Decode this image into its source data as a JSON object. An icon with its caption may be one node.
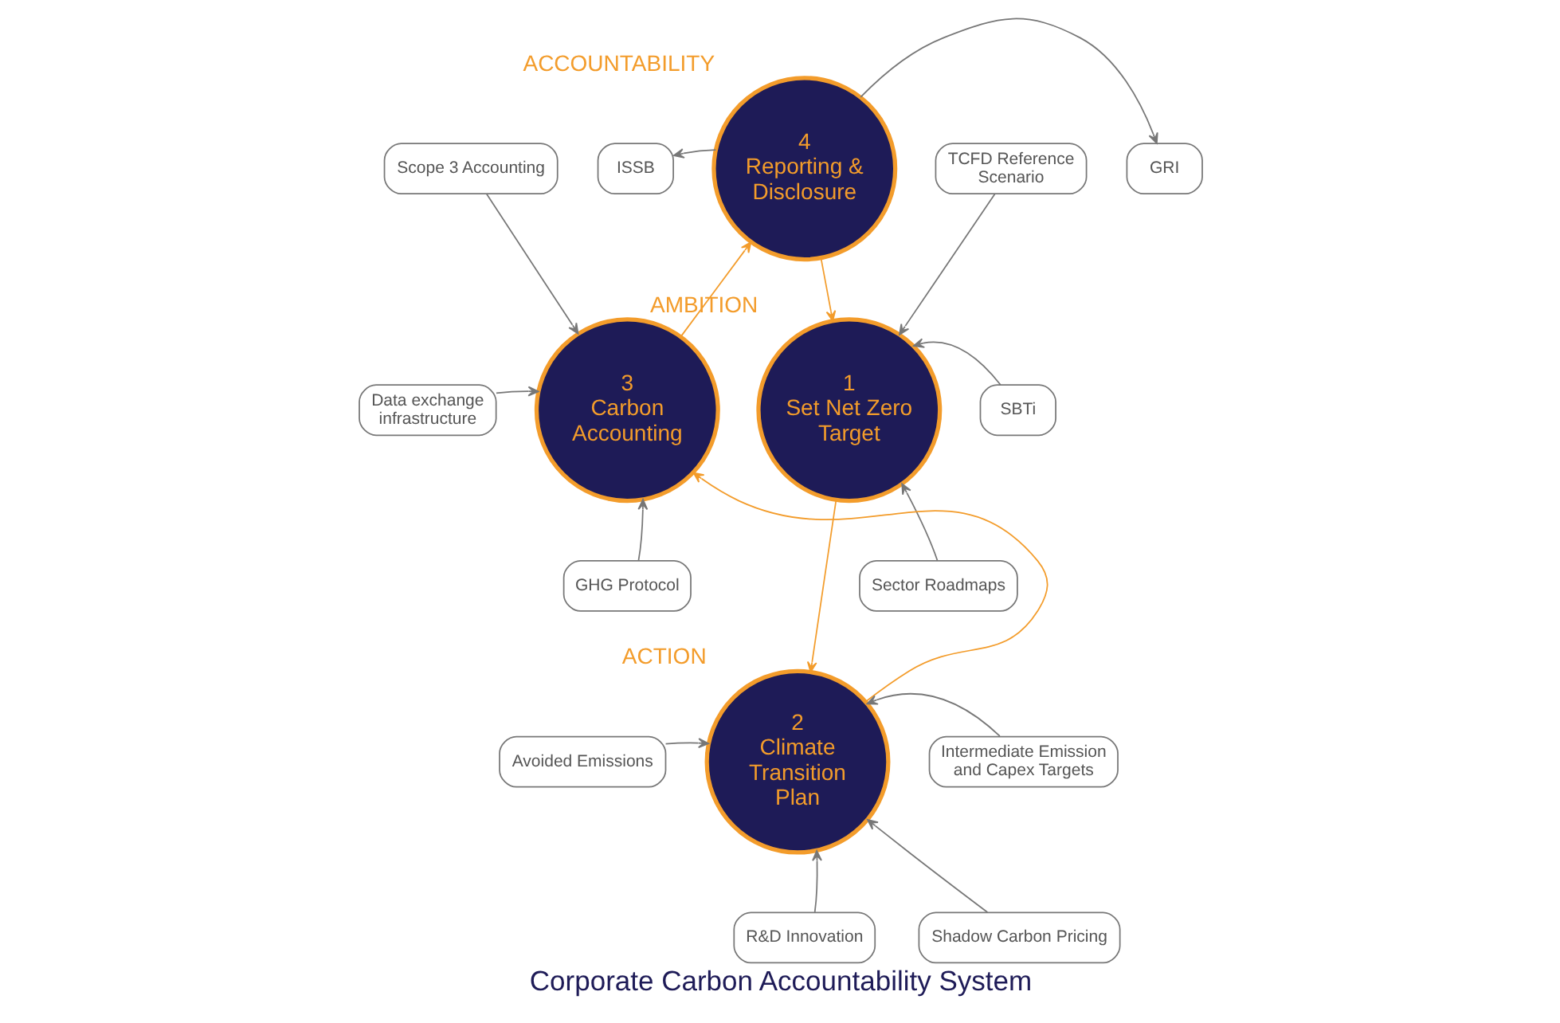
{
  "diagram": {
    "title": "Corporate Carbon Accountability System",
    "nodes": [
      {
        "text": [
          "ISSB"
        ]
      },
      {
        "text": [
          "4",
          "Reporting & Disclosure"
        ],
        "beside": [
          "ACCOUNTABILITY"
        ]
      },
      {
        "text": [
          "GRI"
        ]
      },
      {
        "text": [
          "Scope 3 Accounting"
        ]
      },
      {
        "text": [
          "TCFD Reference Scenario"
        ]
      },
      {
        "text": [
          "Data exchange infrastructure"
        ]
      },
      {
        "text": [
          "3",
          "Carbon Accounting"
        ]
      },
      {
        "text": [
          "1",
          "Set Net Zero Target"
        ],
        "beside": [
          "AMBITION"
        ]
      },
      {
        "text": [
          "SBTi"
        ]
      },
      {
        "text": [
          "Sector Roadmaps"
        ]
      },
      {
        "text": [
          "GHG Protocol"
        ]
      },
      {
        "text": [
          "Avoided Emissions"
        ]
      },
      {
        "text": [
          "2",
          "Climate Transition Plan"
        ],
        "beside": [
          "ACTION"
        ]
      },
      {
        "text": [
          "Intermediate Emission and Capex Targets"
        ]
      },
      {
        "text": [
          "R&D Innovation"
        ]
      },
      {
        "text": [
          "Shadow Carbon Pricing"
        ]
      }
    ],
    "edges": [
      {
        "from": 1,
        "to": 0,
        "arrow": "to"
      },
      {
        "from": 1,
        "to": 2,
        "arrow": "to"
      },
      {
        "from": 1,
        "to": 7,
        "arrow": "to",
        "color": "#f39c2b"
      },
      {
        "from": 7,
        "to": 12,
        "arrow": "to",
        "color": "#f39c2b"
      },
      {
        "from": 12,
        "to": 6,
        "arrow": "to",
        "color": "#f39c2b"
      },
      {
        "from": 6,
        "to": 1,
        "arrow": "to",
        "color": "#f39c2b"
      },
      {
        "from": 3,
        "to": 6,
        "arrow": "to"
      },
      {
        "from": 5,
        "to": 6,
        "arrow": "to"
      },
      {
        "from": 10,
        "to": 6,
        "arrow": "to"
      },
      {
        "from": 4,
        "to": 7,
        "arrow": "to"
      },
      {
        "from": 8,
        "to": 7,
        "arrow": "to"
      },
      {
        "from": 9,
        "to": 7,
        "arrow": "to"
      },
      {
        "from": 11,
        "to": 12,
        "arrow": "to"
      },
      {
        "from": 14,
        "to": 12,
        "arrow": "to"
      },
      {
        "from": 13,
        "to": 12,
        "arrow": "to"
      },
      {
        "from": 15,
        "to": 12,
        "arrow": "to"
      }
    ]
  }
}
